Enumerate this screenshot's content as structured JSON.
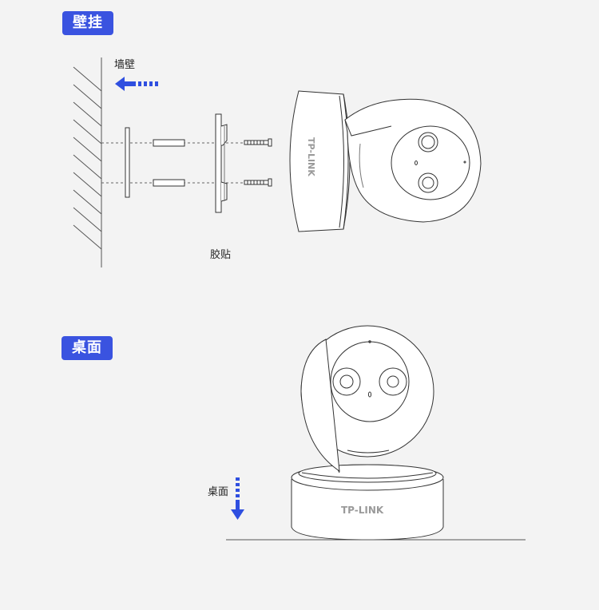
{
  "sections": {
    "wall_mount": {
      "title": "壁挂",
      "wall_label": "墙壁",
      "tape_label": "胶贴",
      "brand_text": "TP-LINK"
    },
    "desktop": {
      "title": "桌面",
      "surface_label": "桌面",
      "brand_text": "TP-LINK"
    }
  },
  "colors": {
    "badge_bg": "#3a53e0",
    "arrow": "#2f4fe0",
    "line": "#333333",
    "background": "#f3f3f3"
  }
}
